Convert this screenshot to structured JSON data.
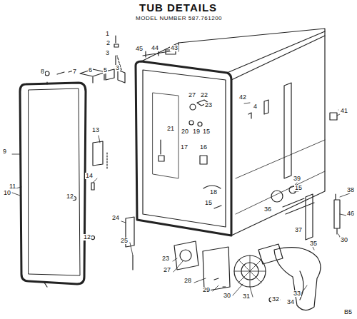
{
  "diagram": {
    "title": "TUB DETAILS",
    "labels": [
      "MODEL NUMBER 587.761200",
      "1",
      "2",
      "3",
      "8",
      "7",
      "6",
      "5",
      "3",
      "45",
      "44",
      "43",
      "42",
      "4",
      "41",
      "27",
      "22",
      "23",
      "21",
      "20",
      "19",
      "15",
      "17",
      "16",
      "13",
      "9",
      "11",
      "14",
      "10",
      "12",
      "18",
      "15",
      "39",
      "15",
      "38",
      "36",
      "37",
      "46",
      "30",
      "24",
      "12",
      "25",
      "23",
      "27",
      "28",
      "29",
      "30",
      "31",
      "32",
      "33",
      "34",
      "35",
      "B5"
    ]
  }
}
